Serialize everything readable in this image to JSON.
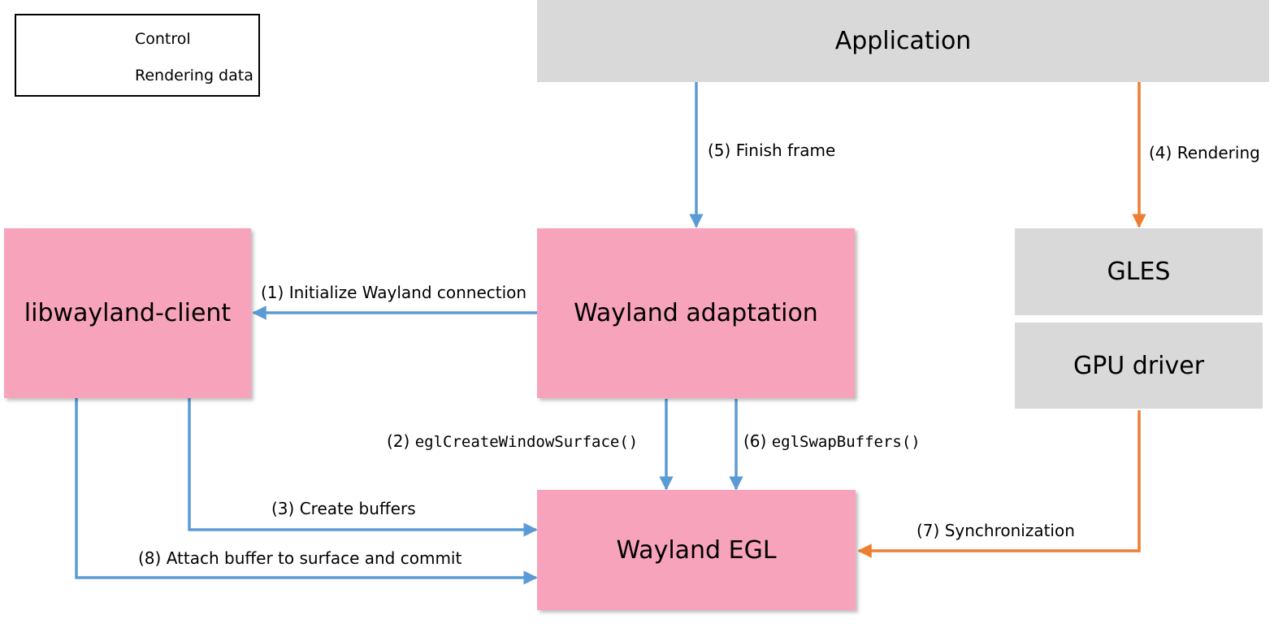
{
  "colors": {
    "control": "#5b9bd5",
    "rendering": "#ed7d31"
  },
  "legend": {
    "control_label": "Control",
    "rendering_label": "Rendering data"
  },
  "nodes": {
    "application": "Application",
    "libwayland_client": "libwayland-client",
    "wayland_adaptation": "Wayland adaptation",
    "gles": "GLES",
    "gpu_driver": "GPU driver",
    "wayland_egl": "Wayland EGL"
  },
  "edges": {
    "e1": {
      "step": "(1)",
      "text": "Initialize Wayland connection"
    },
    "e2": {
      "step": "(2)",
      "text": "eglCreateWindowSurface()"
    },
    "e3": {
      "step": "(3)",
      "text": "Create buffers"
    },
    "e4": {
      "step": "(4)",
      "text": "Rendering"
    },
    "e5": {
      "step": "(5)",
      "text": "Finish frame"
    },
    "e6": {
      "step": "(6)",
      "text": "eglSwapBuffers()"
    },
    "e7": {
      "step": "(7)",
      "text": "Synchronization"
    },
    "e8": {
      "step": "(8)",
      "text": "Attach buffer to surface and commit"
    }
  }
}
